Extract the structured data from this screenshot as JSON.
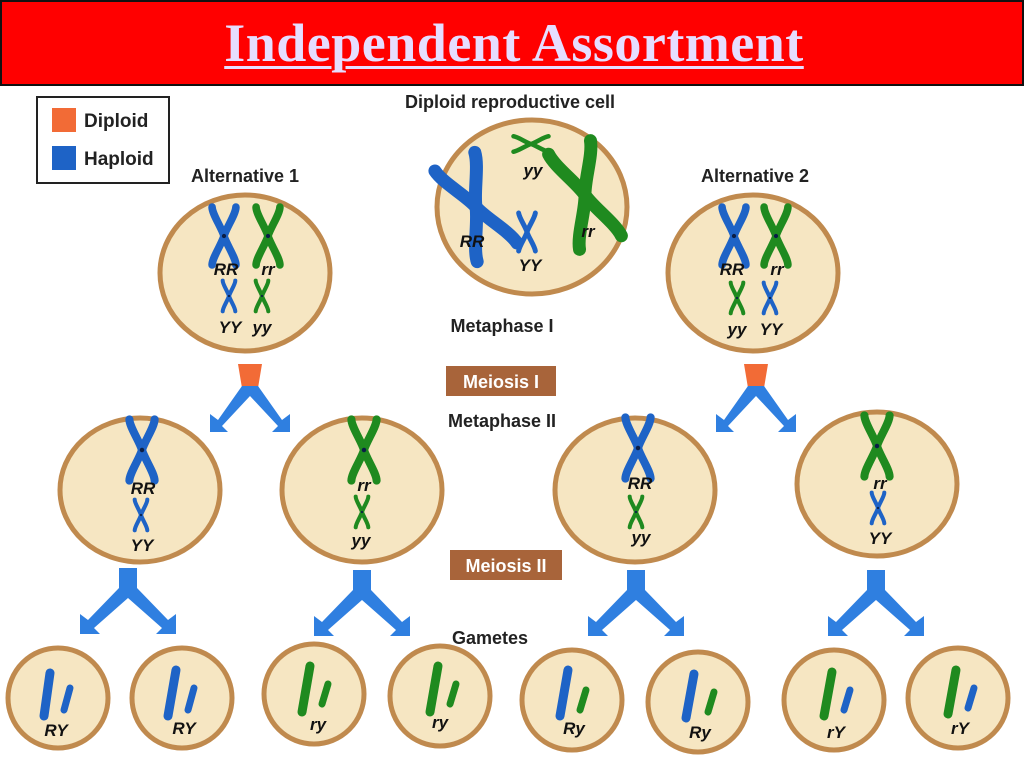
{
  "title": "Independent Assortment",
  "legend": {
    "items": [
      {
        "label": "Diploid",
        "color": "#f26b36"
      },
      {
        "label": "Haploid",
        "color": "#1e63c6"
      }
    ]
  },
  "labels": {
    "top_cell": "Diploid reproductive cell",
    "alt1": "Alternative 1",
    "alt2": "Alternative 2",
    "metaphase1": "Metaphase I",
    "meiosis1": "Meiosis I",
    "metaphase2": "Metaphase II",
    "meiosis2": "Meiosis II",
    "gametes": "Gametes"
  },
  "top_cell": {
    "genes": [
      "yy",
      "RR",
      "YY",
      "rr"
    ]
  },
  "alt1_cell": {
    "genes": [
      "RR",
      "rr",
      "YY",
      "yy"
    ]
  },
  "alt2_cell": {
    "genes": [
      "RR",
      "rr",
      "yy",
      "YY"
    ]
  },
  "metaphase2_cells": [
    {
      "genes": [
        "RR",
        "YY"
      ]
    },
    {
      "genes": [
        "rr",
        "yy"
      ]
    },
    {
      "genes": [
        "RR",
        "yy"
      ]
    },
    {
      "genes": [
        "rr",
        "YY"
      ]
    }
  ],
  "gametes": [
    "RY",
    "RY",
    "ry",
    "ry",
    "Ry",
    "Ry",
    "rY",
    "rY"
  ],
  "colors": {
    "title_bg": "#ff0000",
    "title_text": "#e6ddff",
    "cell_fill": "#f6e6c2",
    "cell_border": "#c08a4e",
    "blue": "#1e63c6",
    "green": "#1f8a1f",
    "stage_box": "#a8643a",
    "arrow_blue": "#2f7fe0",
    "arrow_orange": "#f26b36"
  }
}
